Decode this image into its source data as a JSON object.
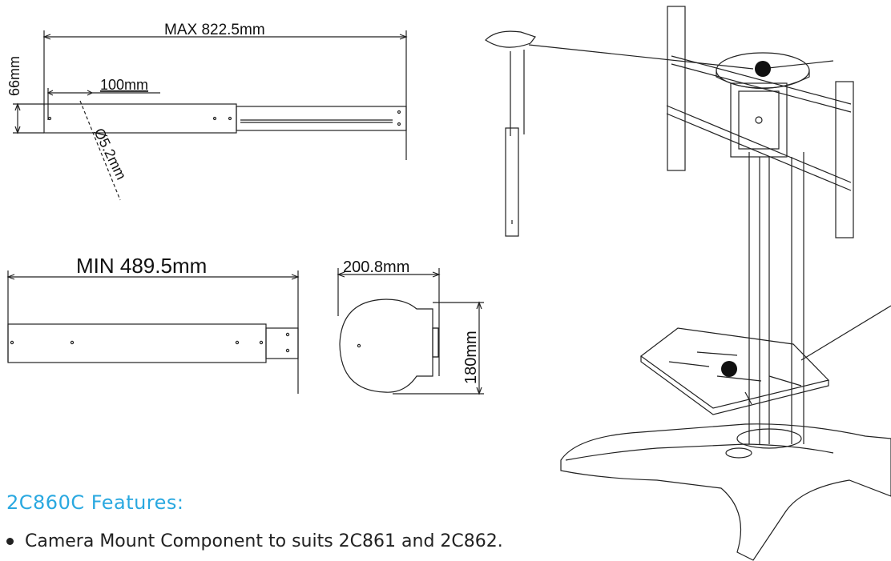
{
  "dimensions": {
    "max_length": "MAX 822.5mm",
    "min_length": "MIN 489.5mm",
    "height_66": "66mm",
    "offset_100": "100mm",
    "hole_diameter": "Ø5.2mm",
    "tray_width": "200.8mm",
    "tray_depth": "180mm"
  },
  "features": {
    "title": "2C860C Features:",
    "items": [
      "Camera Mount Component to suits 2C861 and 2C862."
    ]
  },
  "colors": {
    "accent": "#29a8e0",
    "line": "#222222"
  }
}
